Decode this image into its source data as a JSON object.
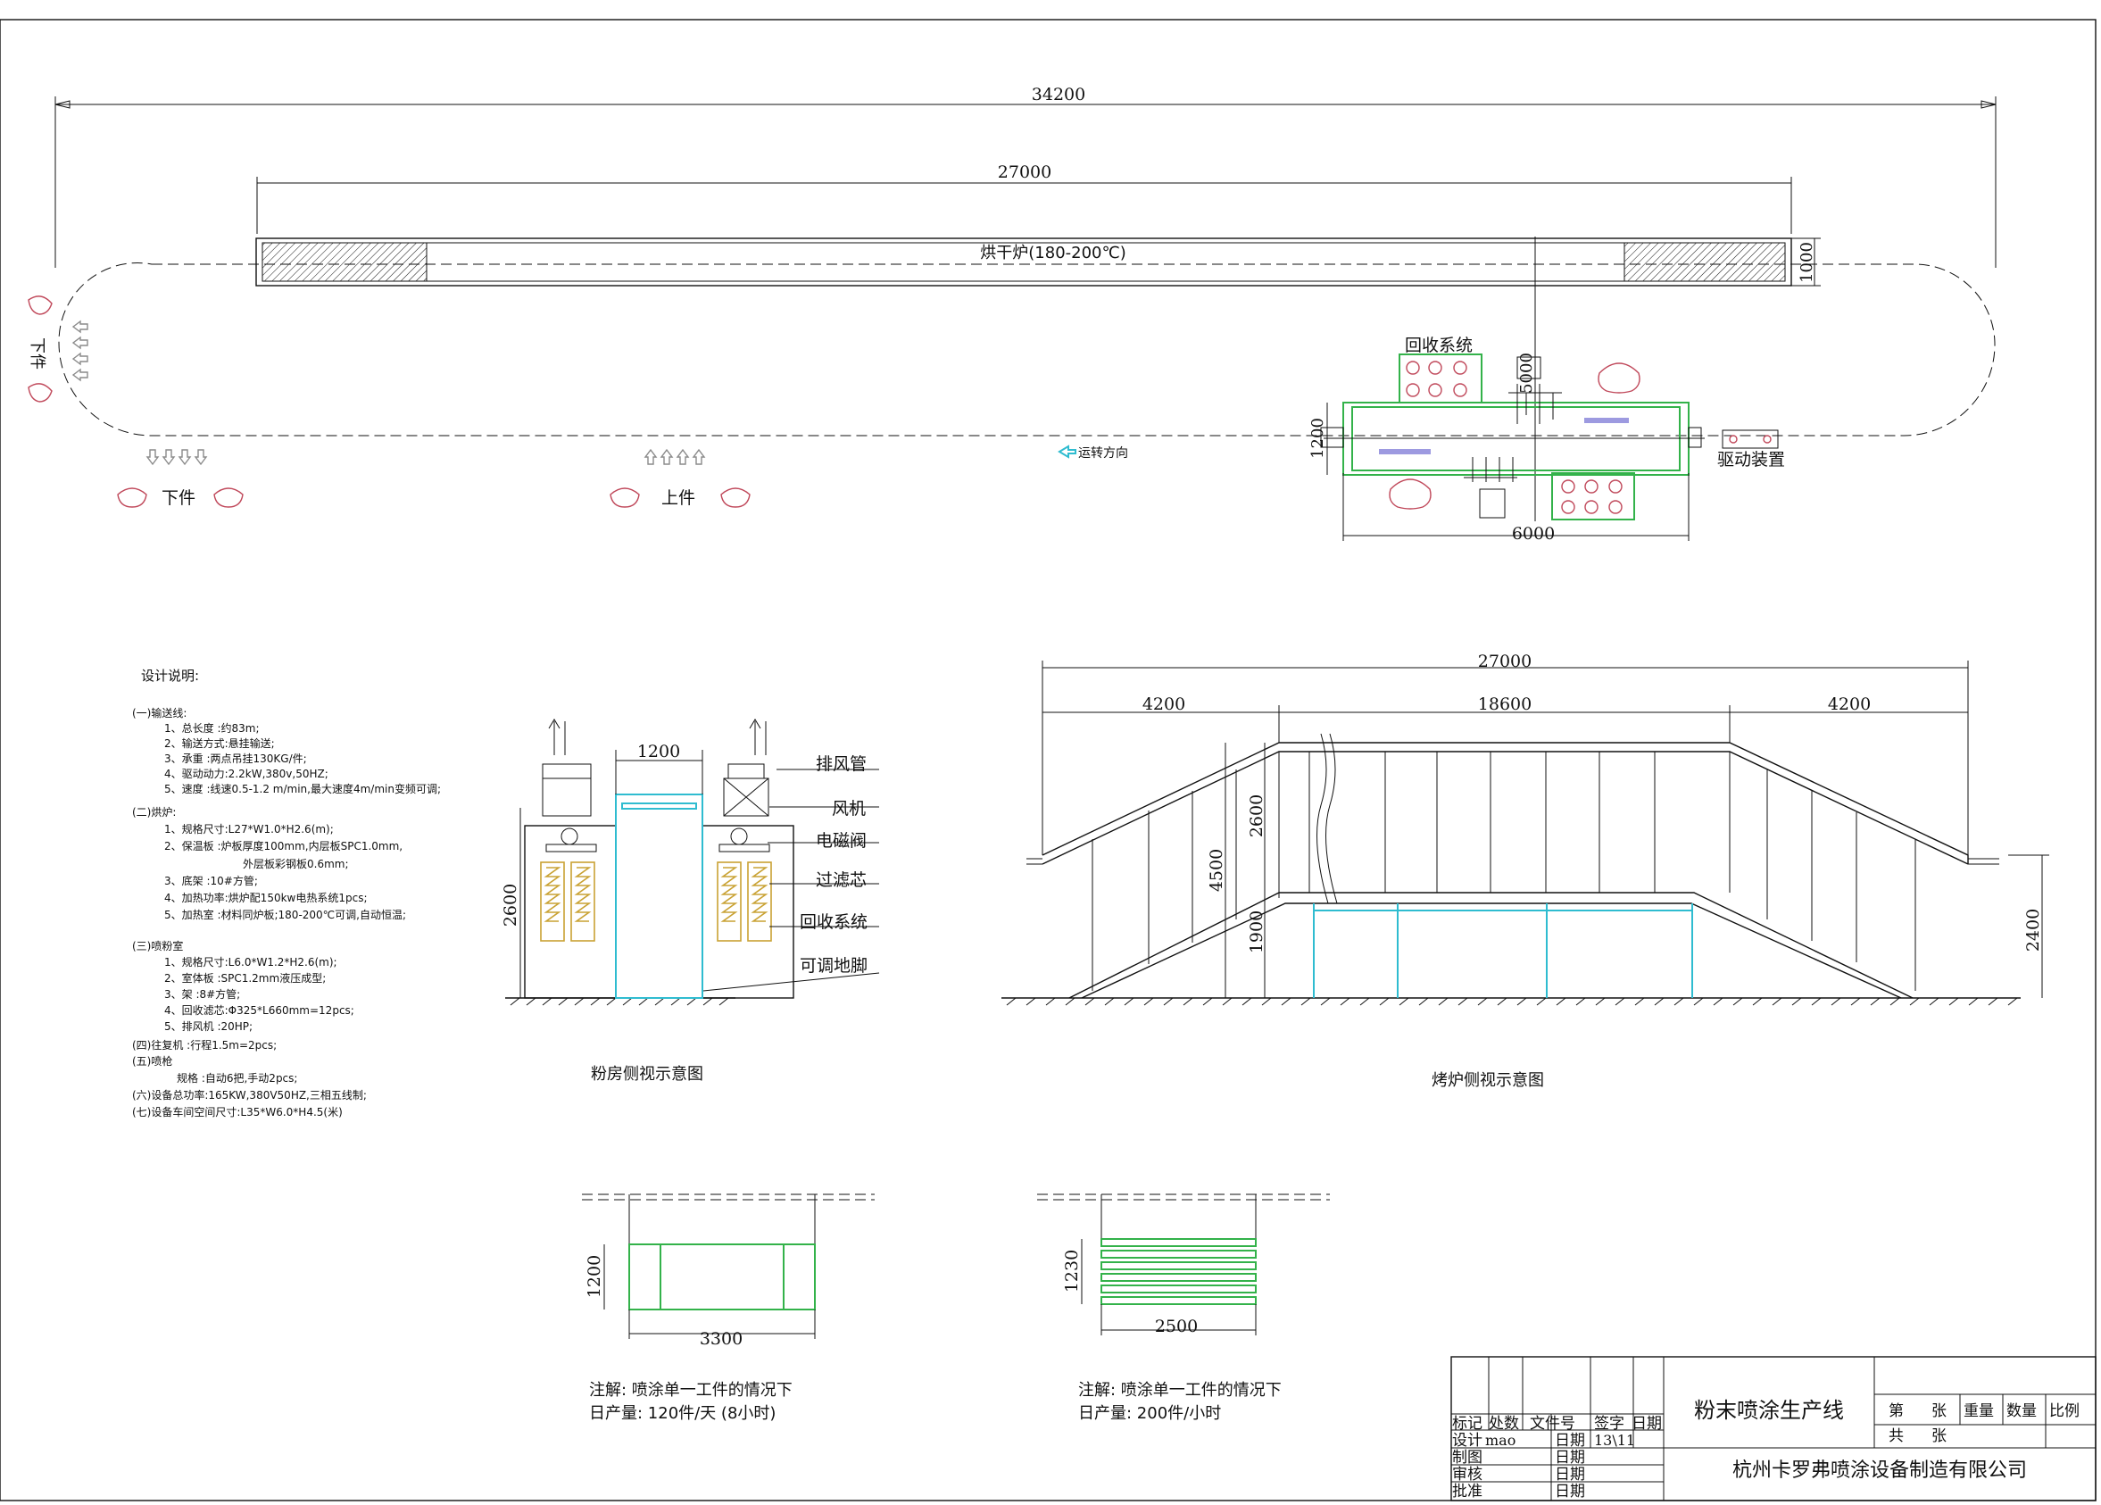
{
  "plan": {
    "dim_overall": "34200",
    "dim_oven": "27000",
    "dim_oven_width": "1000",
    "oven_label": "烘干炉(180-200℃)",
    "recycle_label": "回收系统",
    "drive_label": "驱动装置",
    "direction_label": "运转方向",
    "unload_label": "下件",
    "load_label": "上件",
    "left_unload_label": "下件",
    "dim_booth_len": "6000",
    "dim_booth_wid": "1200",
    "dim_5000": "5000"
  },
  "notes": {
    "title": "设计说明:",
    "lines": [
      "(一)输送线:",
      "1、总长度 :约83m;",
      "2、输送方式:悬挂输送;",
      "3、承重 :两点吊挂130KG/件;",
      "4、驱动动力:2.2kW,380v,50HZ;",
      "5、速度 :线速0.5-1.2 m/min,最大速度4m/min变频可调;",
      "(二)烘炉:",
      "1、规格尺寸:L27*W1.0*H2.6(m);",
      "2、保温板 :炉板厚度100mm,内层板SPC1.0mm,",
      "外层板彩钢板0.6mm;",
      "3、底架 :10#方管;",
      "4、加热功率:烘炉配150kw电热系统1pcs;",
      "5、加热室 :材料同炉板;180-200℃可调,自动恒温;",
      "(三)喷粉室",
      "1、规格尺寸:L6.0*W1.2*H2.6(m);",
      "2、室体板 :SPC1.2mm液压成型;",
      "3、架 :8#方管;",
      "4、回收滤芯:Φ325*L660mm=12pcs;",
      "5、排风机 :20HP;",
      "(四)往复机 :行程1.5m=2pcs;",
      "(五)喷枪",
      "规格 :自动6把,手动2pcs;",
      "(六)设备总功率:165KW,380V50HZ,三相五线制;",
      "(七)设备车间空间尺寸:L35*W6.0*H4.5(米)"
    ]
  },
  "booth_side": {
    "dim_width": "1200",
    "dim_height": "2600",
    "labels": [
      "排风管",
      "风机",
      "电磁阀",
      "过滤芯",
      "回收系统",
      "可调地脚"
    ],
    "caption": "粉房侧视示意图"
  },
  "oven_side": {
    "dim_total": "27000",
    "dim_left": "4200",
    "dim_mid": "18600",
    "dim_right": "4200",
    "dim_2600": "2600",
    "dim_4500": "4500",
    "dim_1900": "1900",
    "dim_2400": "2400",
    "caption": "烤炉侧视示意图"
  },
  "detail_a": {
    "dim_h": "1200",
    "dim_w": "3300",
    "note1": "注解: 喷涂单一工件的情况下",
    "note2": "日产量: 120件/天 (8小时)"
  },
  "detail_b": {
    "dim_h": "1230",
    "dim_w": "2500",
    "note1": "注解: 喷涂单一工件的情况下",
    "note2": "日产量: 200件/小时"
  },
  "title_block": {
    "h_mark": "标记",
    "h_loc": "处数",
    "h_doc": "文件号",
    "h_sign": "签字",
    "h_date": "日期",
    "design": "设计",
    "designer": "mao",
    "date_label": "日期",
    "date_value": "13\\11",
    "draw": "制图",
    "review": "审核",
    "approve": "批准",
    "title": "粉末喷涂生产线",
    "sheet_no": "第",
    "sheet": "张",
    "weight": "重量",
    "qty": "数量",
    "scale": "比例",
    "total": "共",
    "total_sheet": "张",
    "company": "杭州卡罗弗喷涂设备制造有限公司"
  }
}
